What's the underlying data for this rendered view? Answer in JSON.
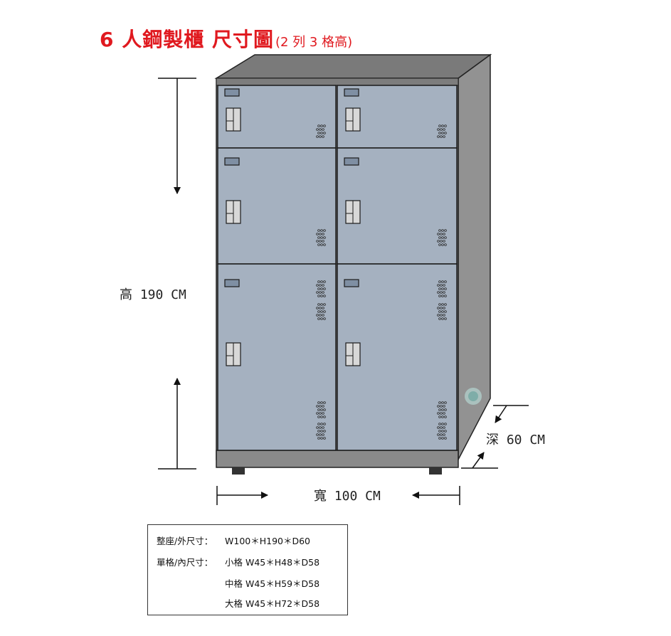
{
  "title": {
    "main": "6 人鋼製櫃  尺寸圖",
    "sub": "(2 列 3 格高)"
  },
  "dimensions": {
    "height": "高 190 CM",
    "width": "寬 100 CM",
    "depth": "深 60 CM"
  },
  "specs": {
    "overall_label": "整座/外尺寸：",
    "overall_value": "W100＊H190＊D60",
    "unit_label": "單格/內尺寸：",
    "small": "小格 W45＊H48＊D58",
    "medium": "中格 W45＊H59＊D58",
    "large": "大格 W45＊H72＊D58"
  },
  "colors": {
    "title": "#e0191f",
    "door": "#a5b1c0",
    "body": "#8c8c8c",
    "top": "#7a7a7a",
    "side": "#929292"
  },
  "lockers": [
    {
      "id": "small-left"
    },
    {
      "id": "small-right"
    },
    {
      "id": "medium-left"
    },
    {
      "id": "medium-right"
    },
    {
      "id": "large-left"
    },
    {
      "id": "large-right"
    }
  ]
}
